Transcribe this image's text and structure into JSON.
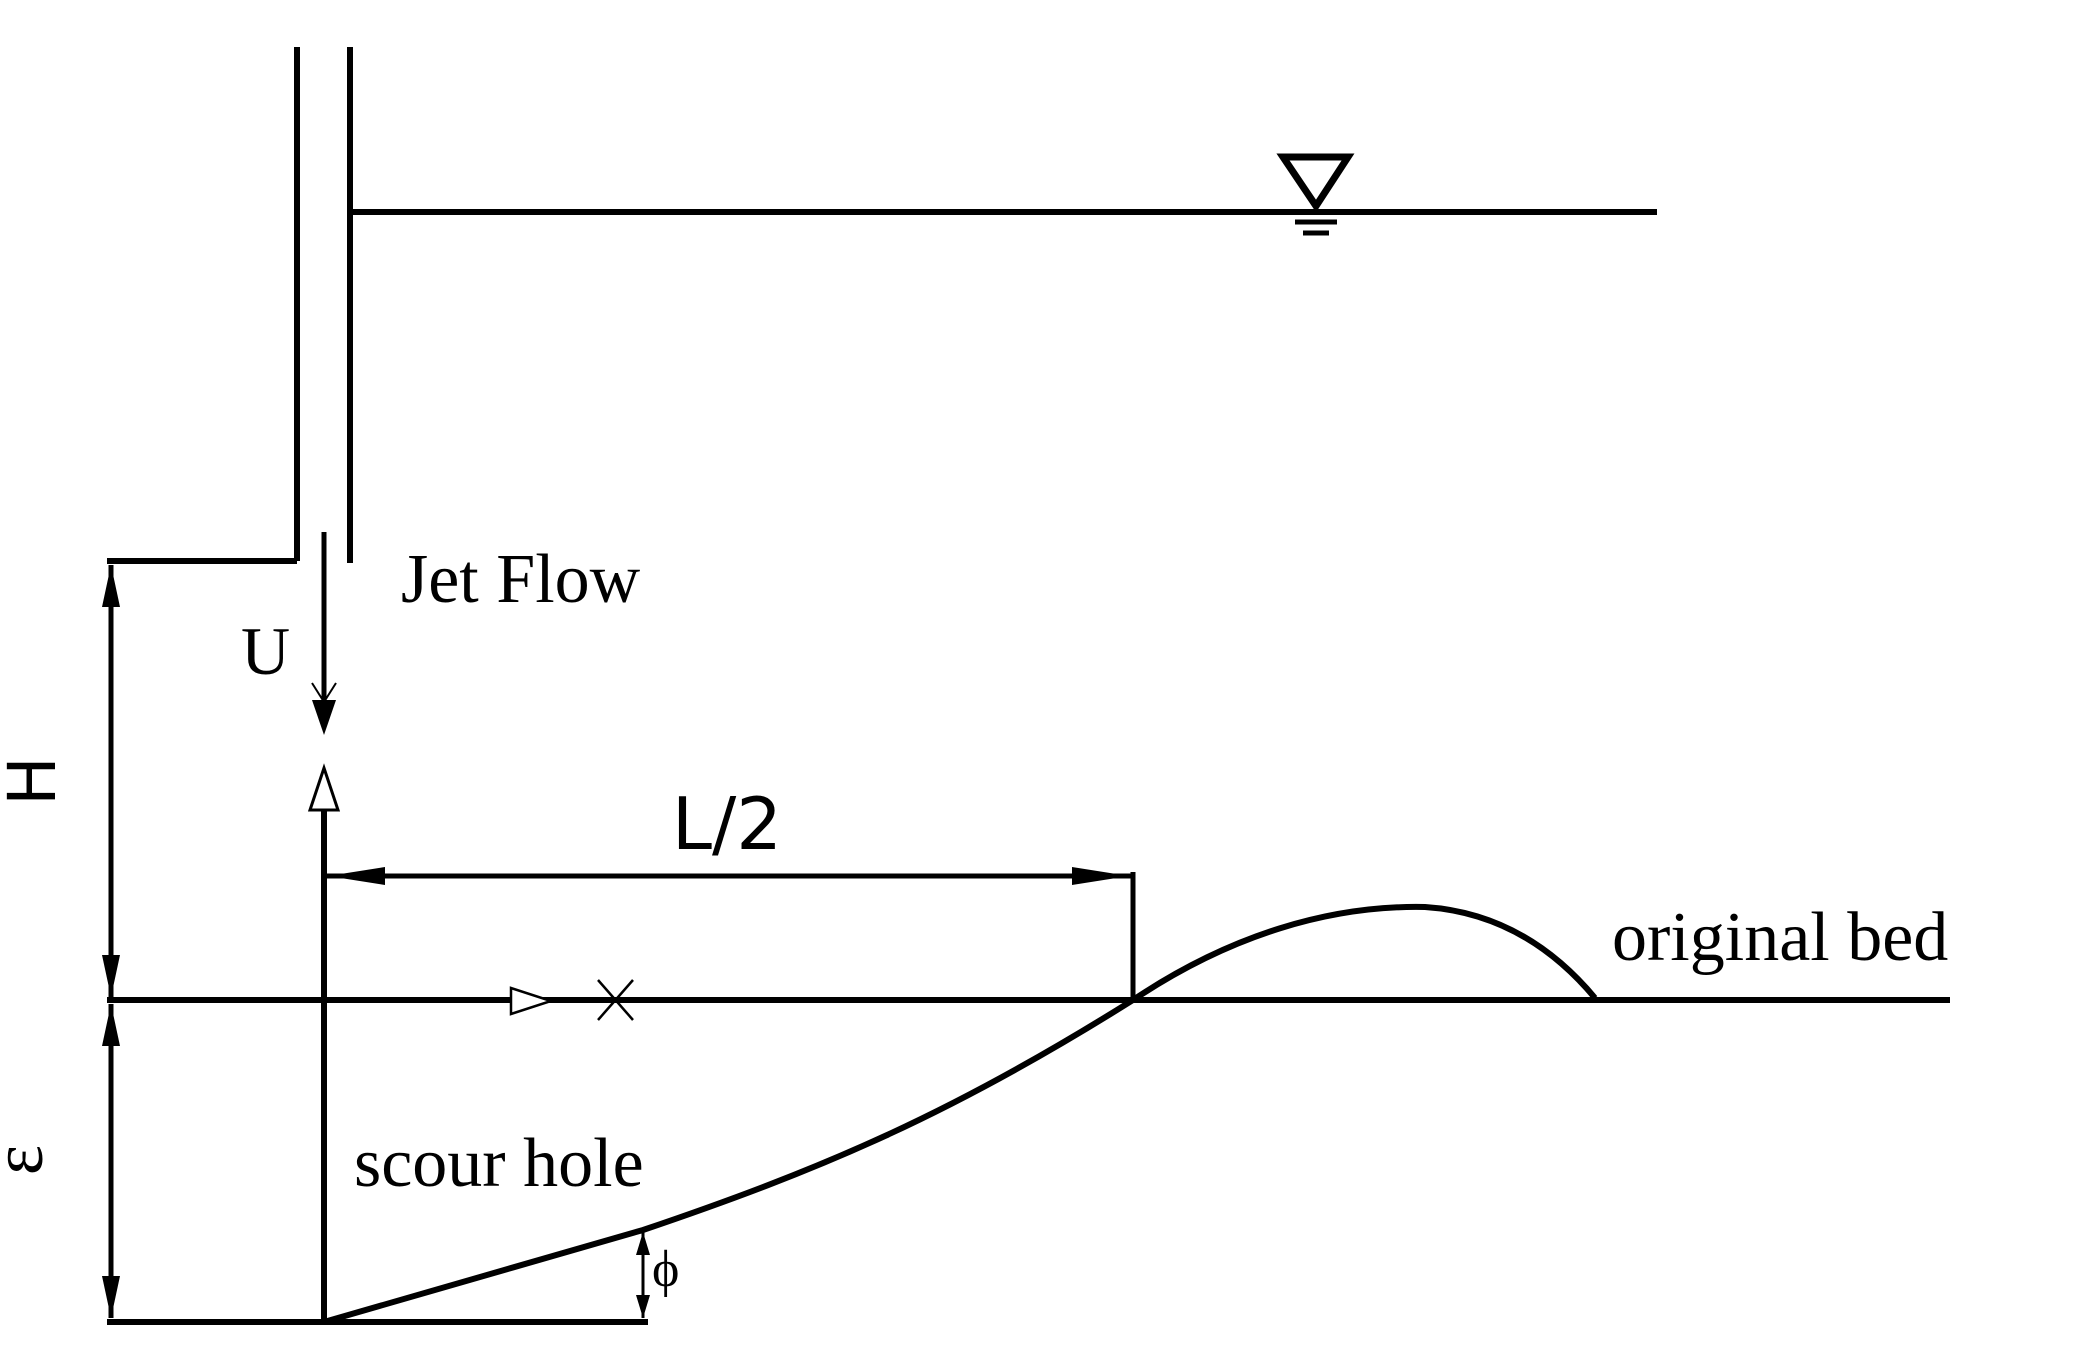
{
  "labels": {
    "jet_flow": "Jet Flow",
    "velocity": "U",
    "height": "H",
    "half_length": "L/2",
    "original_bed": "original bed",
    "scour_depth": "ε",
    "scour_hole": "scour hole",
    "angle": "ϕ"
  },
  "icons": {
    "water_surface": "inverted-triangle-water-level-icon"
  }
}
